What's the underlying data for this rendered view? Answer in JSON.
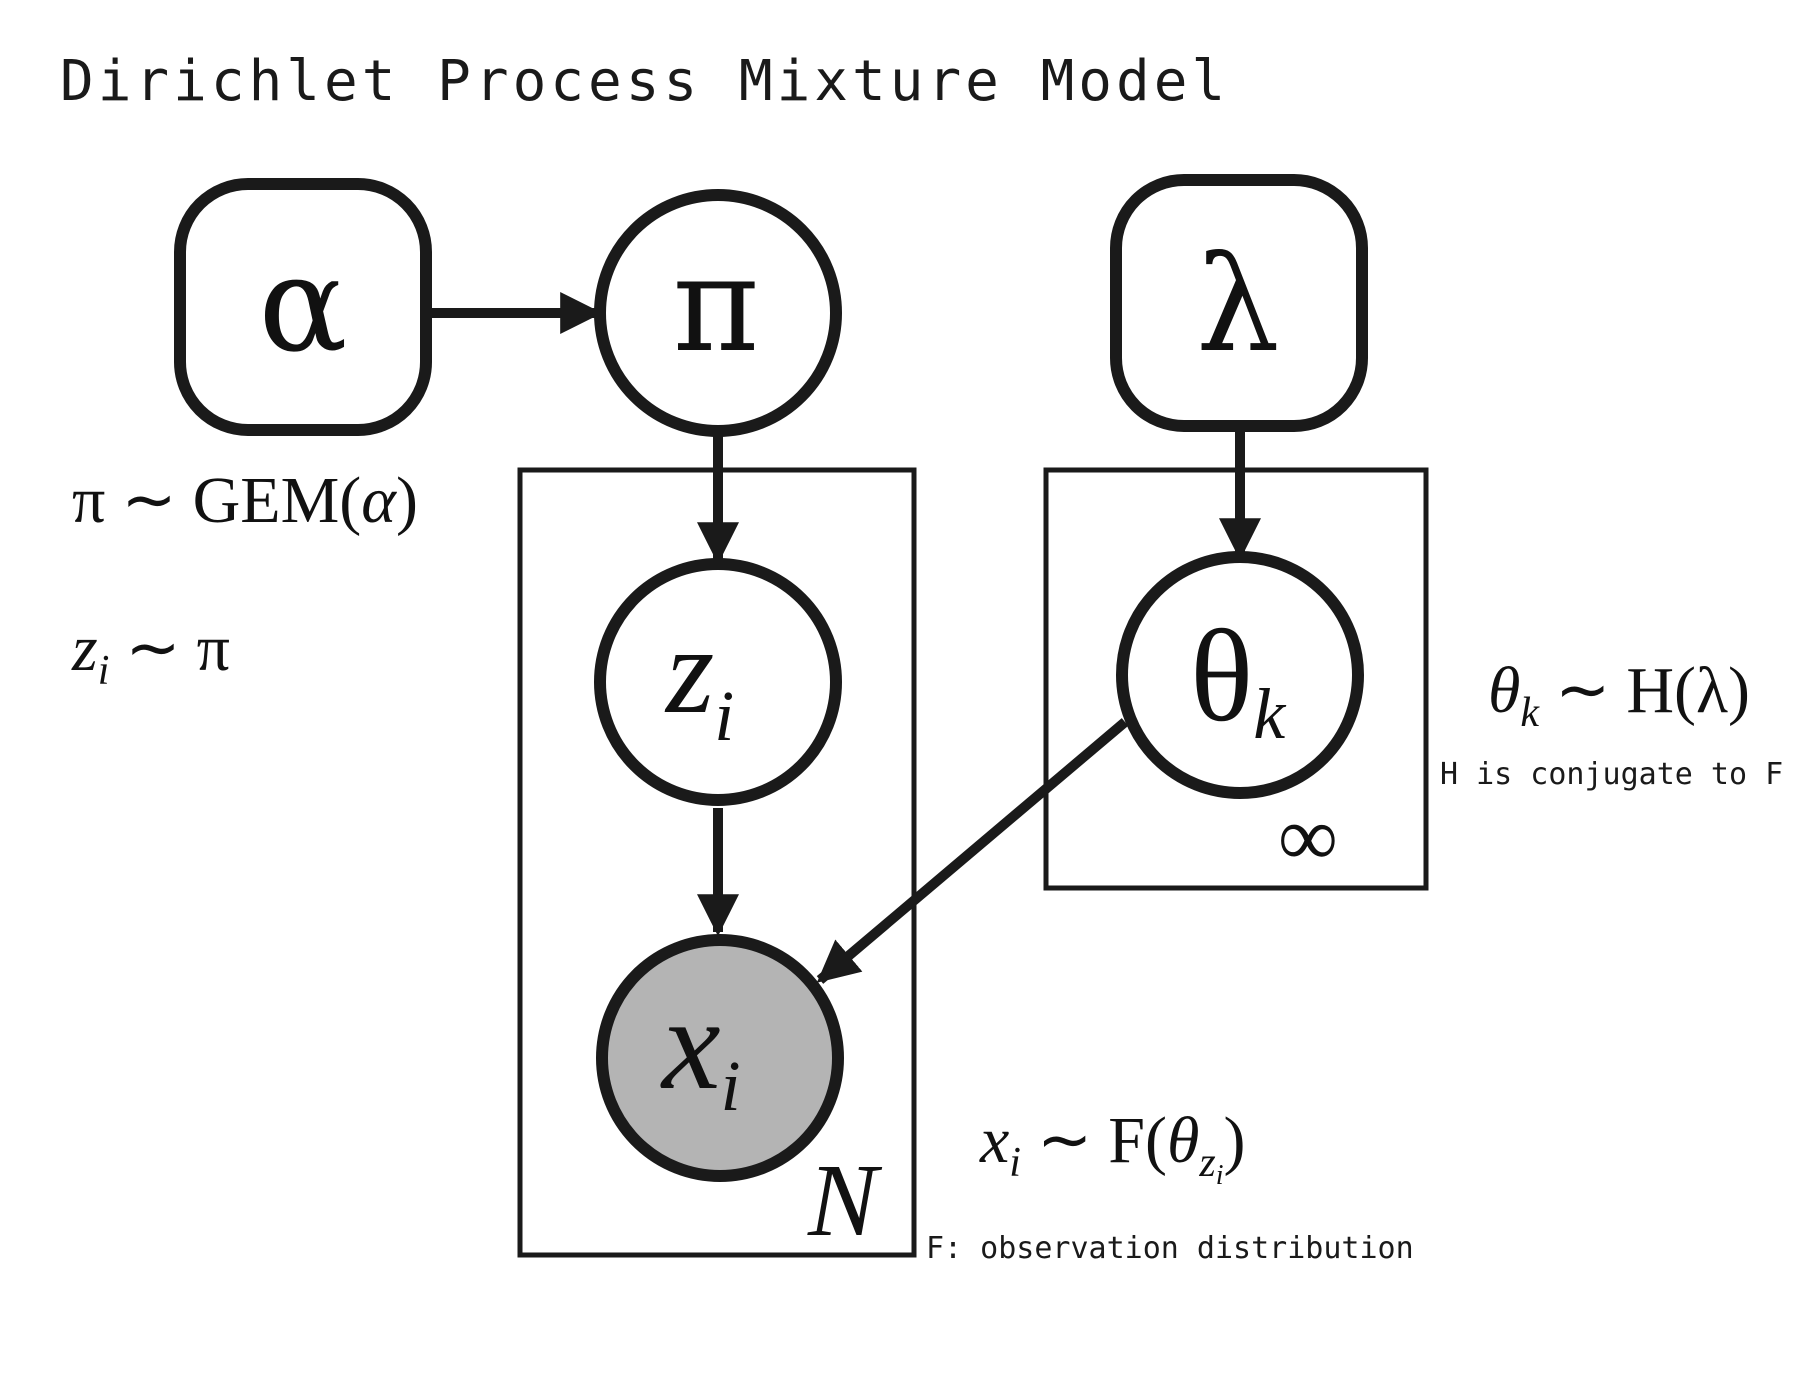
{
  "title": "Dirichlet Process Mixture Model",
  "colors": {
    "stroke": "#1a1a1a",
    "observed_fill": "#b4b4b4",
    "latent_fill": "#ffffff"
  },
  "nodes": {
    "alpha": "α",
    "pi": "π",
    "lambda": "λ",
    "z": {
      "base": "z",
      "sub": "i"
    },
    "theta": {
      "base": "θ",
      "sub": "k"
    },
    "x": {
      "base": "x",
      "sub": "i"
    }
  },
  "plates": {
    "data": "N",
    "clusters": "∞"
  },
  "equations": {
    "pi_gem": {
      "lhs": "π",
      "rel": "∼",
      "rhs": "GEM(",
      "arg": "α",
      "close": ")"
    },
    "z_pi": {
      "lhs": "z",
      "sub": "i",
      "rel": "∼",
      "rhs": "π"
    },
    "theta_h": {
      "lhs": "θ",
      "sub": "k",
      "rel": "∼",
      "rhs": "H(λ)"
    },
    "x_f": {
      "lhs": "x",
      "sub": "i",
      "rel": "∼",
      "rhs": "F(",
      "arg": "θ",
      "arg_sub": "z",
      "arg_subsub": "i",
      "close": ")"
    }
  },
  "notes": {
    "conjugate": "H is conjugate to F",
    "observation": "F: observation distribution"
  }
}
